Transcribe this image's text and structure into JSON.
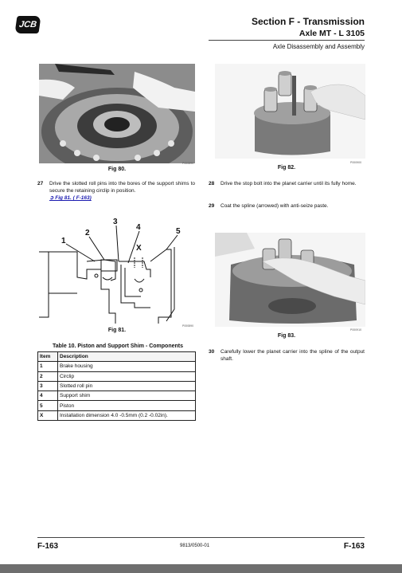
{
  "header": {
    "logo": "JCB",
    "section_title": "Section F - Transmission",
    "section_subtitle": "Axle MT - L 3105",
    "topic": "Axle Disassembly and Assembly"
  },
  "figures": {
    "fig80": {
      "caption": "Fig 80.",
      "code": "P000890"
    },
    "fig81": {
      "caption": "Fig 81.",
      "code": "P000890"
    },
    "fig82": {
      "caption": "Fig 82.",
      "code": "P000900"
    },
    "fig83": {
      "caption": "Fig 83.",
      "code": "P000910"
    }
  },
  "callouts": [
    "1",
    "2",
    "3",
    "4",
    "5",
    "X"
  ],
  "steps": {
    "s27": {
      "num": "27",
      "text": "Drive the slotted roll pins into the bores of the support shims to secure the retaining circlip in position.",
      "link": "➲ Fig 81. ( F-163)"
    },
    "s28": {
      "num": "28",
      "text": "Drive the stop bolt into the planet carrier until its fully home."
    },
    "s29": {
      "num": "29",
      "text": "Coat the spline (arrowed) with anti-seize paste."
    },
    "s30": {
      "num": "30",
      "text": "Carefully lower the planet carrier into the spline of the output shaft."
    }
  },
  "table": {
    "title": "Table 10. Piston and Support Shim - Components",
    "headers": [
      "Item",
      "Description"
    ],
    "rows": [
      [
        "1",
        "Brake housing"
      ],
      [
        "2",
        "Circlip"
      ],
      [
        "3",
        "Slotted roll pin"
      ],
      [
        "4",
        "Support shim"
      ],
      [
        "5",
        "Piston"
      ],
      [
        "X",
        "Installation dimension 4.0 -0.5mm (0.2 -0.02in)."
      ]
    ]
  },
  "footer": {
    "page_left": "F-163",
    "doc_number": "9813/0500-01",
    "page_right": "F-163"
  }
}
